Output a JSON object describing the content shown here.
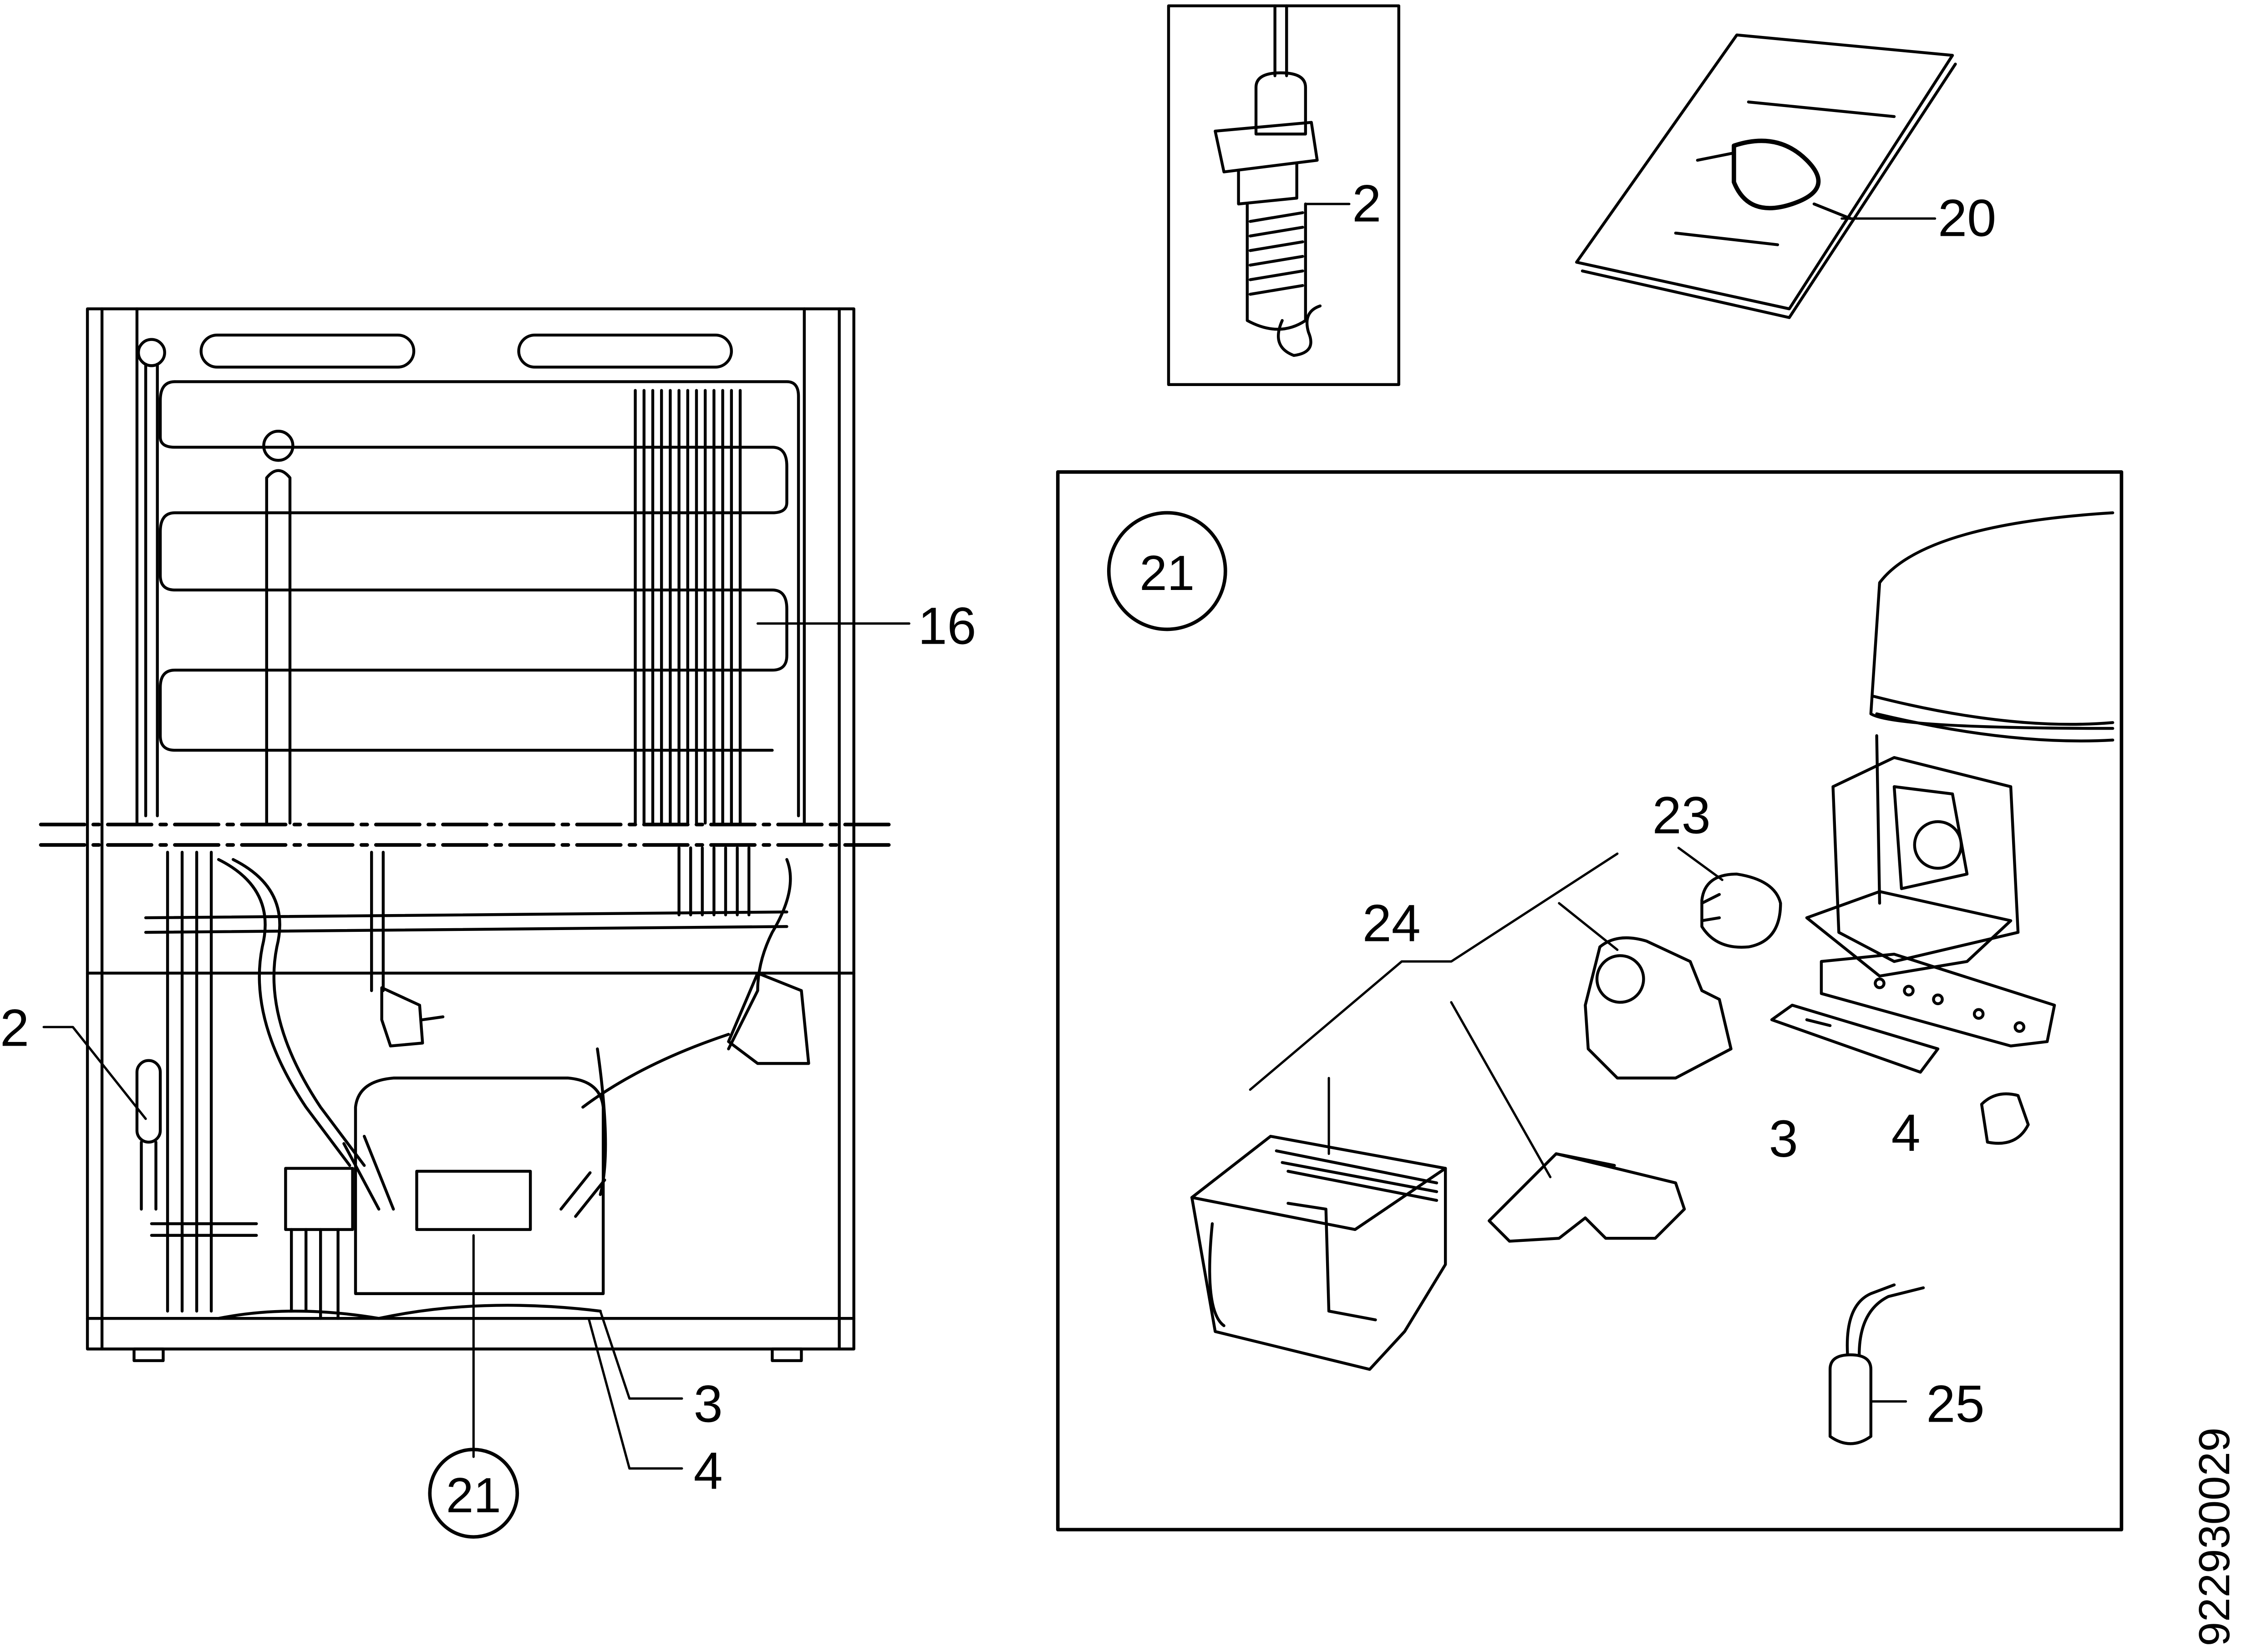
{
  "colors": {
    "ink": "#000000",
    "paper": "#ffffff"
  },
  "fridge_view": {
    "callouts": {
      "c16": "16",
      "c2": "2",
      "c3": "3",
      "c4": "4"
    },
    "circled_ref": "21"
  },
  "thermostat_inset": {
    "callout": "2"
  },
  "manual": {
    "callout": "20"
  },
  "compressor_detail": {
    "circled_ref": "21",
    "callouts": {
      "c23": "23",
      "c24": "24",
      "c3": "3",
      "c4": "4",
      "c25": "25"
    }
  },
  "drawing_number": "922930029"
}
